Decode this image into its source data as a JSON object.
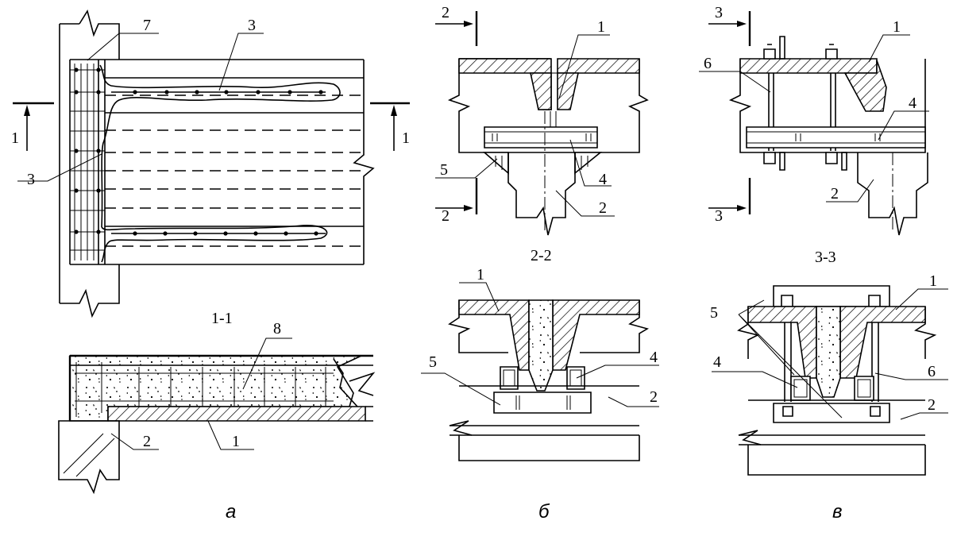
{
  "figure": {
    "panel_a": {
      "caption": "а",
      "plan_labels": {
        "seven": "7",
        "three_top": "3",
        "three_left": "3",
        "cut_left": "1",
        "cut_right": "1"
      },
      "section_title": "1-1",
      "section_labels": {
        "eight": "8",
        "two": "2",
        "one": "1"
      }
    },
    "panel_b": {
      "caption": "б",
      "elev_labels": {
        "cut_top": "2",
        "cut_bottom": "2",
        "one": "1",
        "five": "5",
        "four": "4",
        "two": "2"
      },
      "section_title": "2-2",
      "section_labels": {
        "one": "1",
        "five": "5",
        "four": "4",
        "two": "2"
      }
    },
    "panel_v": {
      "caption": "в",
      "elev_labels": {
        "cut_top": "3",
        "cut_bottom": "3",
        "one": "1",
        "six": "6",
        "four": "4",
        "two": "2"
      },
      "section_title": "3-3",
      "section_labels": {
        "one": "1",
        "five": "5",
        "four": "4",
        "six": "6",
        "two": "2"
      }
    }
  }
}
